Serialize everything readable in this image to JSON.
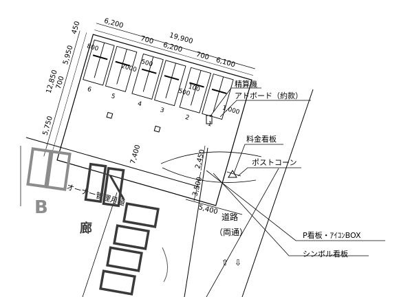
{
  "dimensions": {
    "d6200_left": "6,200",
    "d19900": "19,900",
    "d700_a": "700",
    "d6200_mid": "6,200",
    "d700_b": "700",
    "d6100": "6,100",
    "d450": "450",
    "d800": "800",
    "d5950": "5,950",
    "d12850": "12,850",
    "d700_left": "700",
    "d5750": "5,750",
    "d500_a": "500",
    "d2000": "2000",
    "d500_b": "500",
    "d100": "100",
    "d1000": "1,000",
    "d7400": "7,400",
    "d2450": "2,450",
    "d3500": "3,500",
    "d5400": "5,400"
  },
  "stall_numbers": [
    "6",
    "5",
    "4",
    "3",
    "2",
    "1"
  ],
  "labels": {
    "seisanki": "精算機",
    "adboard": "アドボード（約款）",
    "ryokin": "料金看板",
    "postcone": "ポストコーン",
    "pkanban": "P看板・ｱｲｺﾝBOX",
    "symbol": "シンボル看板",
    "owner": "オーナー管理月極"
  },
  "road": {
    "name": "道路",
    "two_way": "（両通）",
    "up_arrow": "⇧",
    "down_arrow": "⇩"
  },
  "handwriting": {
    "b_mark": "B",
    "box_mark": "廊"
  }
}
